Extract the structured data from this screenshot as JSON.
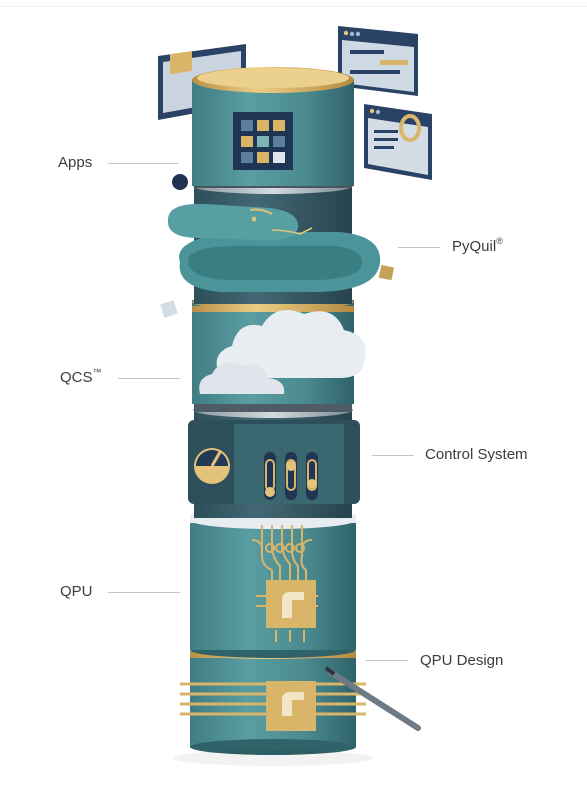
{
  "labels": {
    "apps": "Apps",
    "pyquil": "PyQuil",
    "pyquil_mark": "®",
    "qcs": "QCS",
    "qcs_mark": "™",
    "control_system": "Control System",
    "qpu": "QPU",
    "qpu_design": "QPU Design"
  },
  "colors": {
    "teal": "#4e8e93",
    "teal_dark": "#2f6369",
    "navy": "#243a5a",
    "gold": "#d9b56a",
    "cloud": "#e8edf2"
  },
  "icons": [
    "app-window-icon",
    "app-grid-icon",
    "python-snake",
    "cloud-icon",
    "dial-icon",
    "slider-icon",
    "chip-icon",
    "stylus-icon"
  ]
}
